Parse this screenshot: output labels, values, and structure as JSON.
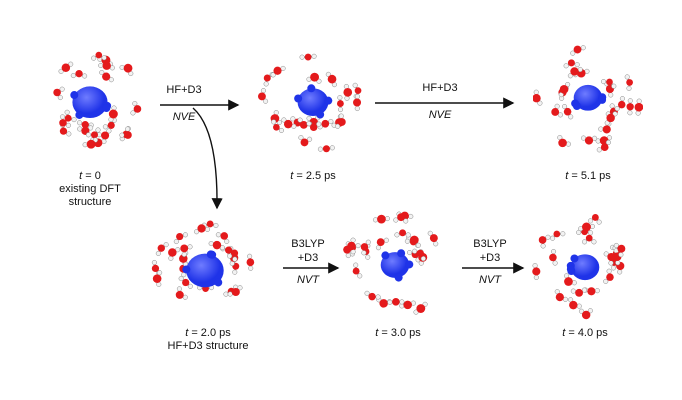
{
  "colors": {
    "oxygen": "#e41a1c",
    "hydrogen": "#f2f2f2",
    "density": "#1f33e8",
    "bond": "#9a9a9a",
    "arrow": "#111111"
  },
  "snapshots": [
    {
      "id": "t0",
      "t_symbol": "t",
      "t_value": "= 0",
      "lines": [
        "existing DFT",
        "structure"
      ]
    },
    {
      "id": "t25",
      "t_symbol": "t",
      "t_value": "= 2.5 ps",
      "lines": []
    },
    {
      "id": "t51",
      "t_symbol": "t",
      "t_value": "= 5.1 ps",
      "lines": []
    },
    {
      "id": "t20",
      "t_symbol": "t",
      "t_value": "= 2.0 ps",
      "lines": [
        "HF+D3 structure"
      ]
    },
    {
      "id": "t30",
      "t_symbol": "t",
      "t_value": "= 3.0 ps",
      "lines": []
    },
    {
      "id": "t40",
      "t_symbol": "t",
      "t_value": "= 4.0 ps",
      "lines": []
    }
  ],
  "transitions": [
    {
      "id": "a1",
      "method": [
        "HF+D3"
      ],
      "ensemble": "NVE"
    },
    {
      "id": "a2",
      "method": [
        "HF+D3"
      ],
      "ensemble": "NVE"
    },
    {
      "id": "a4",
      "method": [
        "B3LYP",
        "+D3"
      ],
      "ensemble": "NVT"
    },
    {
      "id": "a5",
      "method": [
        "B3LYP",
        "+D3"
      ],
      "ensemble": "NVT"
    }
  ]
}
